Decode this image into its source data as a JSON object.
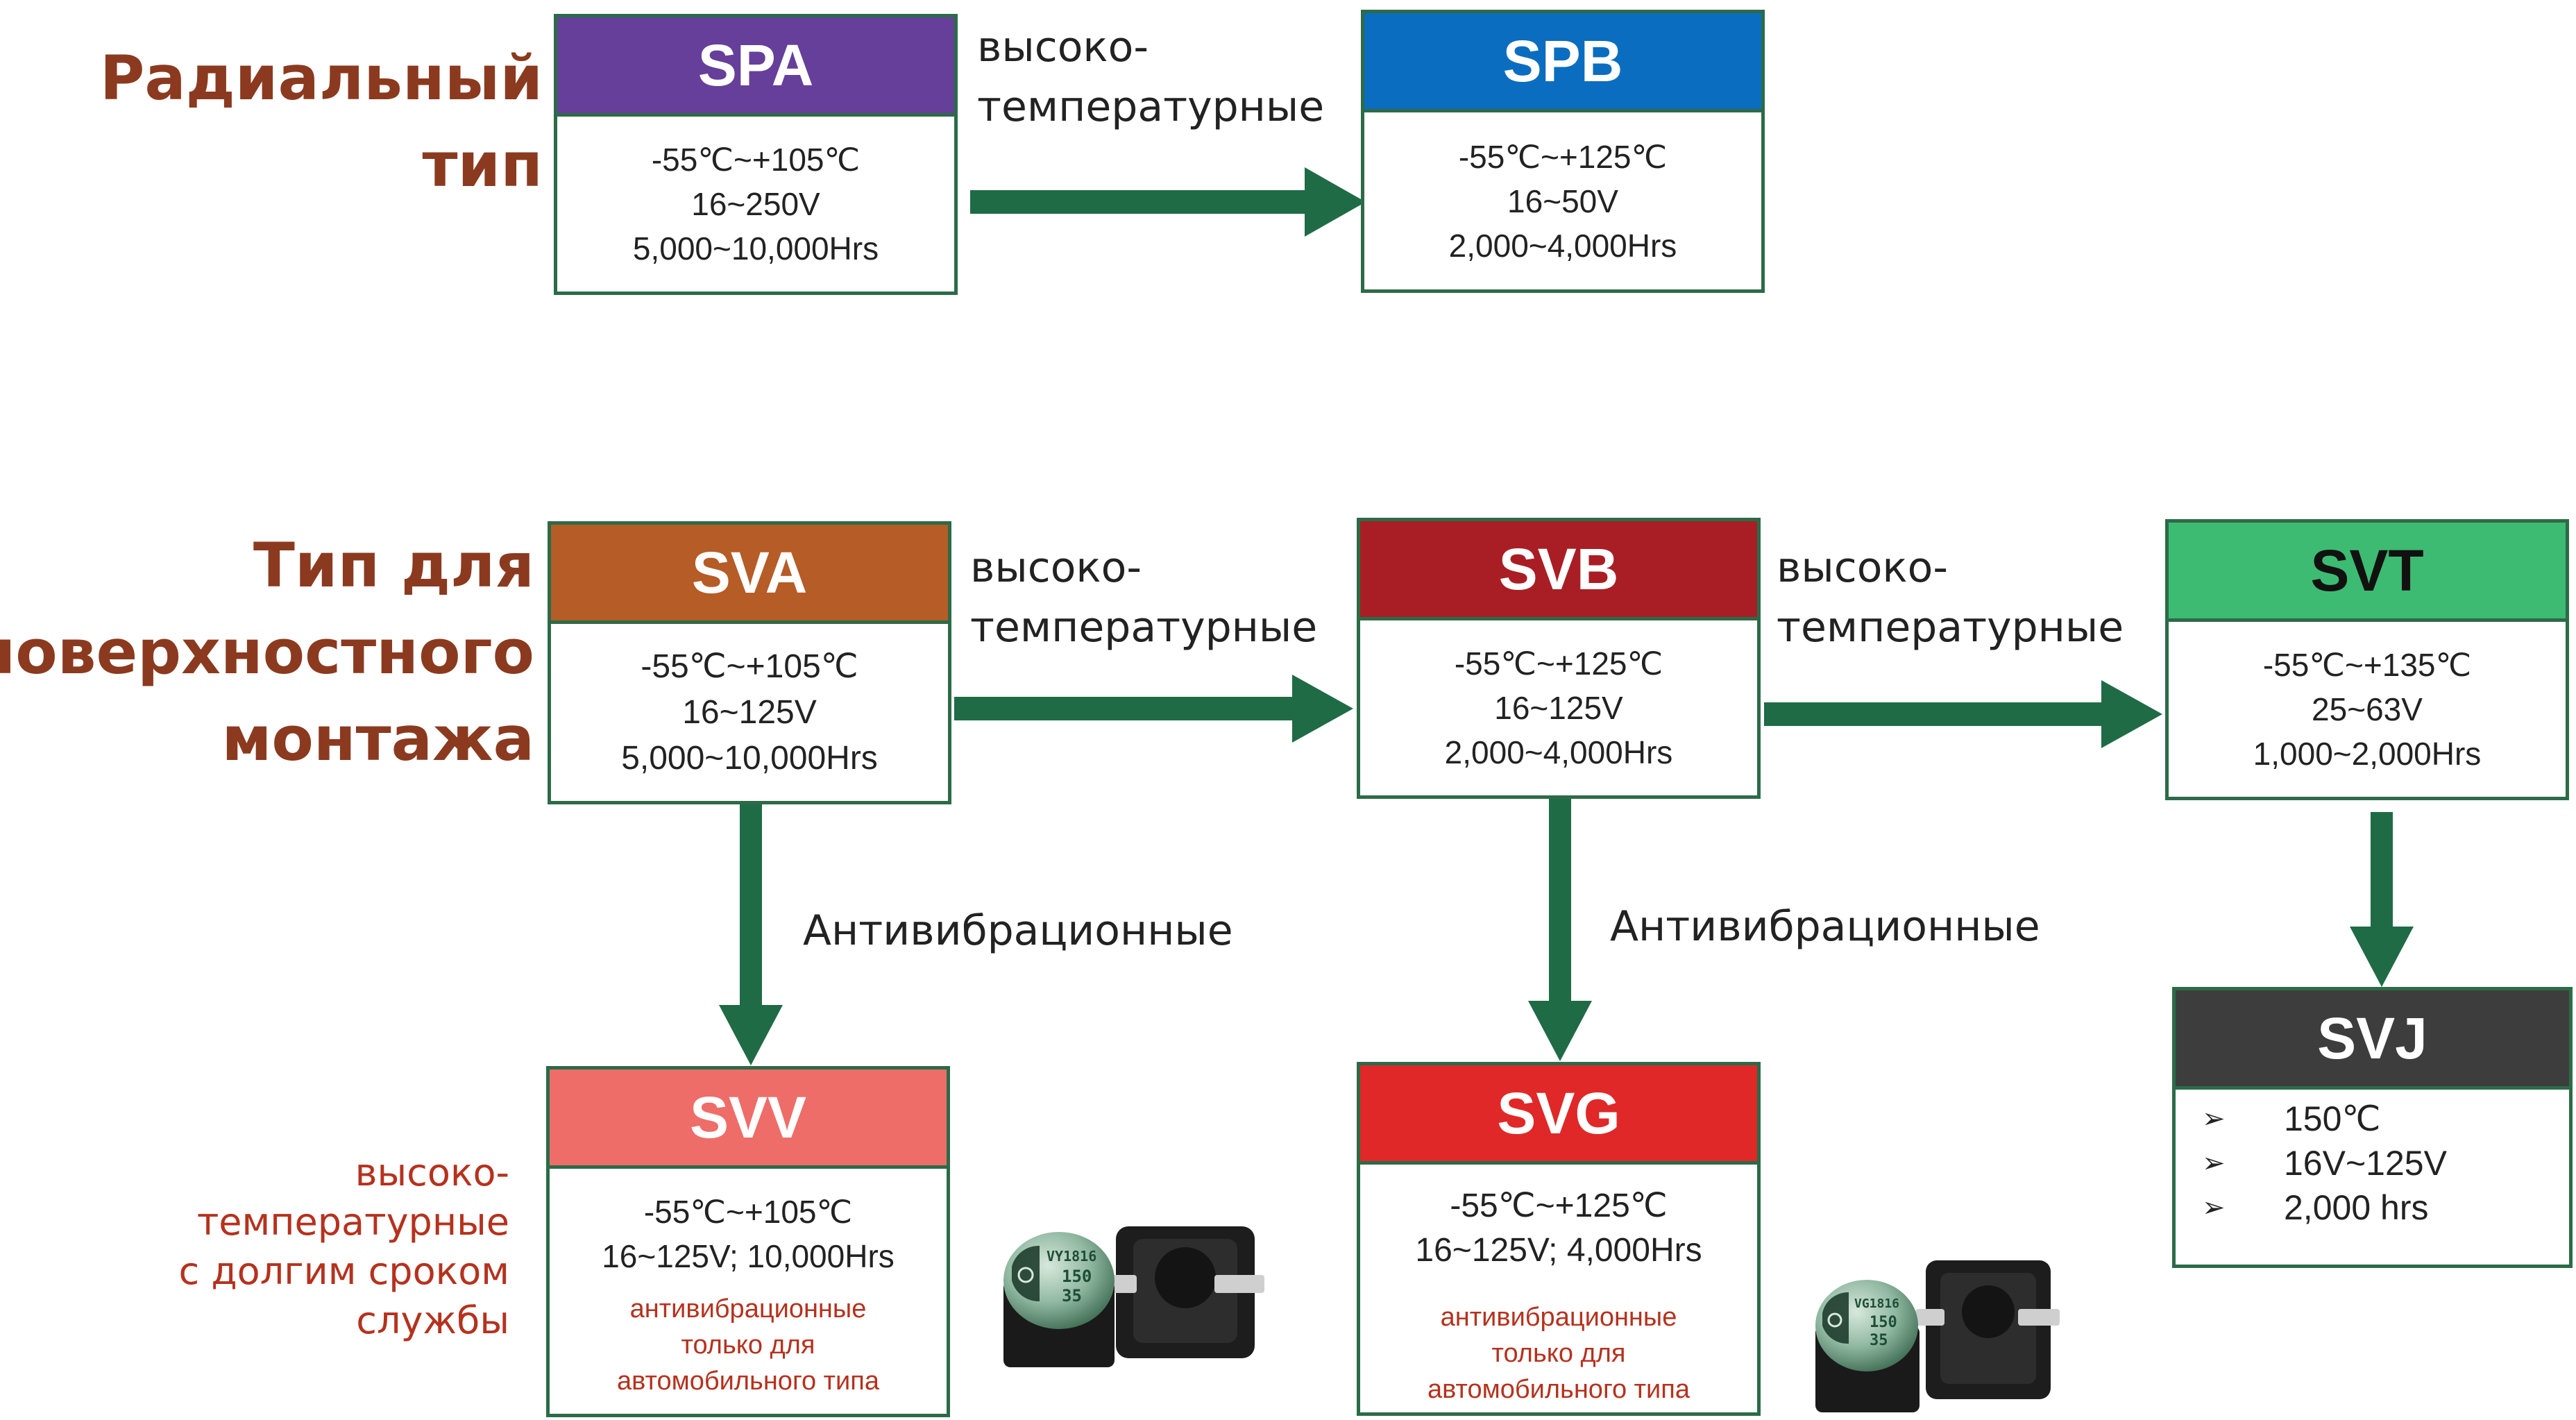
{
  "colors": {
    "frame": "#2c6b48",
    "arrow": "#1f6b45",
    "label": "#8b3a1f",
    "note": "#b5321e"
  },
  "section_labels": {
    "radial": [
      "Радиальный",
      "тип"
    ],
    "smd": [
      "Тип для",
      "поверхностного",
      "монтажа"
    ]
  },
  "boxes": {
    "spa": {
      "title": "SPA",
      "color": "#663f9a",
      "lines": [
        "-55℃~+105℃",
        "16~250V",
        "5,000~10,000Hrs"
      ]
    },
    "spb": {
      "title": "SPB",
      "color": "#0b6dbf",
      "lines": [
        "-55℃~+125℃",
        "16~50V",
        "2,000~4,000Hrs"
      ]
    },
    "sva": {
      "title": "SVA",
      "color": "#b65c26",
      "lines": [
        "-55℃~+105℃",
        "16~125V",
        "5,000~10,000Hrs"
      ]
    },
    "svb": {
      "title": "SVB",
      "color": "#a91e24",
      "lines": [
        "-55℃~+125℃",
        "16~125V",
        "2,000~4,000Hrs"
      ]
    },
    "svt": {
      "title": "SVT",
      "color": "#3dbb72",
      "lines": [
        "-55℃~+135℃",
        "25~63V",
        "1,000~2,000Hrs"
      ]
    },
    "svv": {
      "title": "SVV",
      "color": "#ee6d68",
      "lines": [
        "-55℃~+105℃",
        "16~125V; 10,000Hrs"
      ],
      "note": [
        "антивибрационные",
        "только для",
        "автомобильного типа"
      ]
    },
    "svg": {
      "title": "SVG",
      "color": "#e02828",
      "lines": [
        "-55℃~+125℃",
        "16~125V; 4,000Hrs"
      ],
      "note": [
        "антивибрационные",
        "только для",
        "автомобильного типа"
      ]
    },
    "svj": {
      "title": "SVJ",
      "color": "#3d3d3d",
      "bullet_mark": "➢",
      "bullets": [
        "150℃",
        "16V~125V",
        "2,000 hrs"
      ]
    }
  },
  "arrow_labels": {
    "spa_spb": [
      "высоко-",
      "температурные"
    ],
    "sva_svb": [
      "высоко-",
      "температурные"
    ],
    "svb_svt": [
      "высоко-",
      "температурные"
    ],
    "sva_svv": "Антивибрационные",
    "svb_svg": "Антивибрационные"
  },
  "side_note": [
    "высоко-",
    "температурные",
    "с долгим сроком",
    "службы"
  ],
  "capacitors": {
    "svv": {
      "marking": [
        "VY1816",
        "150",
        "35"
      ]
    },
    "svg": {
      "marking": [
        "VG1816",
        "150",
        "35"
      ]
    }
  }
}
